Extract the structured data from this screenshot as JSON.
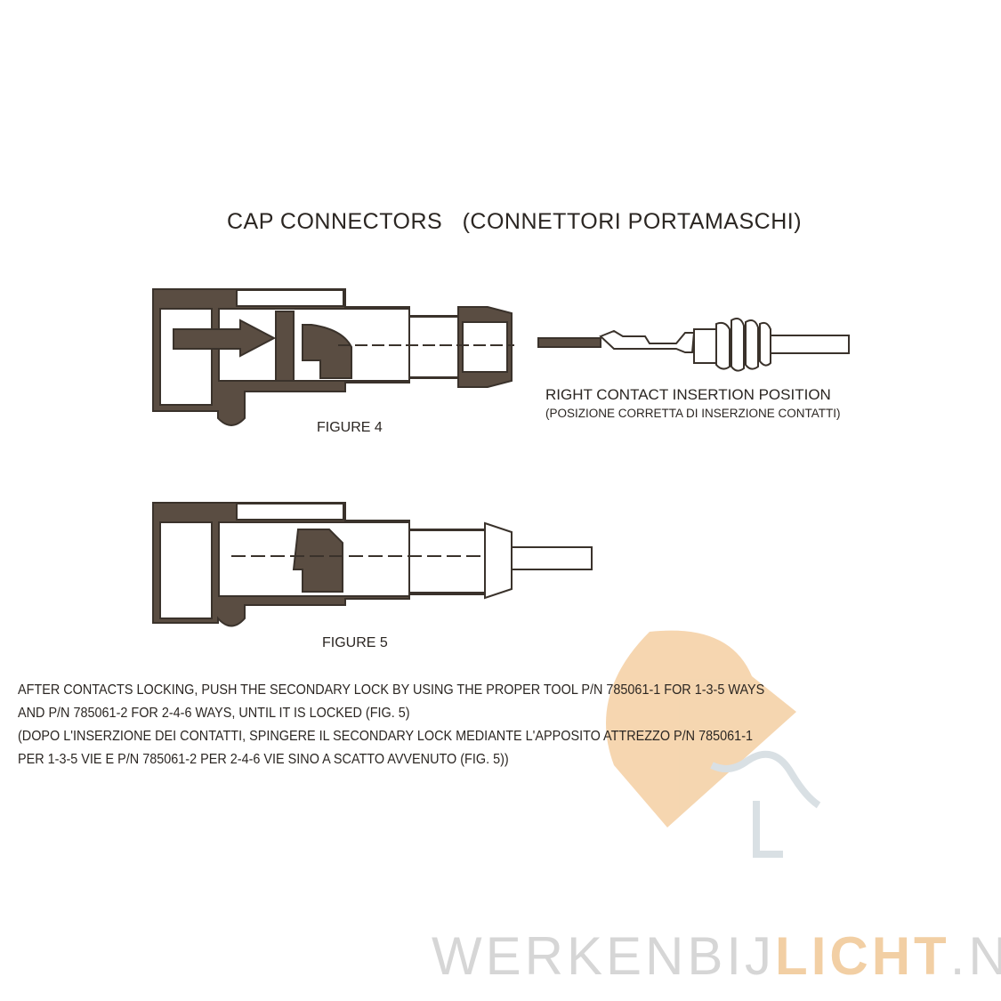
{
  "title": "CAP CONNECTORS   (CONNETTORI PORTAMASCHI)",
  "figures": {
    "figure4_label": "FIGURE 4",
    "figure5_label": "FIGURE 5",
    "contact_label": "RIGHT CONTACT INSERTION POSITION",
    "contact_label_it": "(POSIZIONE CORRETTA DI INSERZIONE CONTATTI)"
  },
  "body": {
    "lines": [
      "AFTER CONTACTS LOCKING, PUSH THE  SECONDARY LOCK BY USING THE PROPER TOOL P/N 785061-1 FOR 1-3-5 WAYS",
      "AND P/N 785061-2 FOR 2-4-6 WAYS, UNTIL IT IS LOCKED (FIG. 5)",
      "(DOPO L'INSERZIONE DEI CONTATTI, SPINGERE IL SECONDARY LOCK MEDIANTE L'APPOSITO ATTREZZO P/N 785061-1",
      "PER 1-3-5 VIE E P/N 785061-2 PER 2-4-6 VIE SINO A SCATTO AVVENUTO (FIG. 5))"
    ]
  },
  "watermark": {
    "text_prefix": "WERKENBIJ",
    "text_highlight": "LICHT",
    "text_suffix": ".NL",
    "colors": {
      "orange": "#f2c58f",
      "grey": "#d6d6d6",
      "ink": "#4a3f36"
    }
  }
}
